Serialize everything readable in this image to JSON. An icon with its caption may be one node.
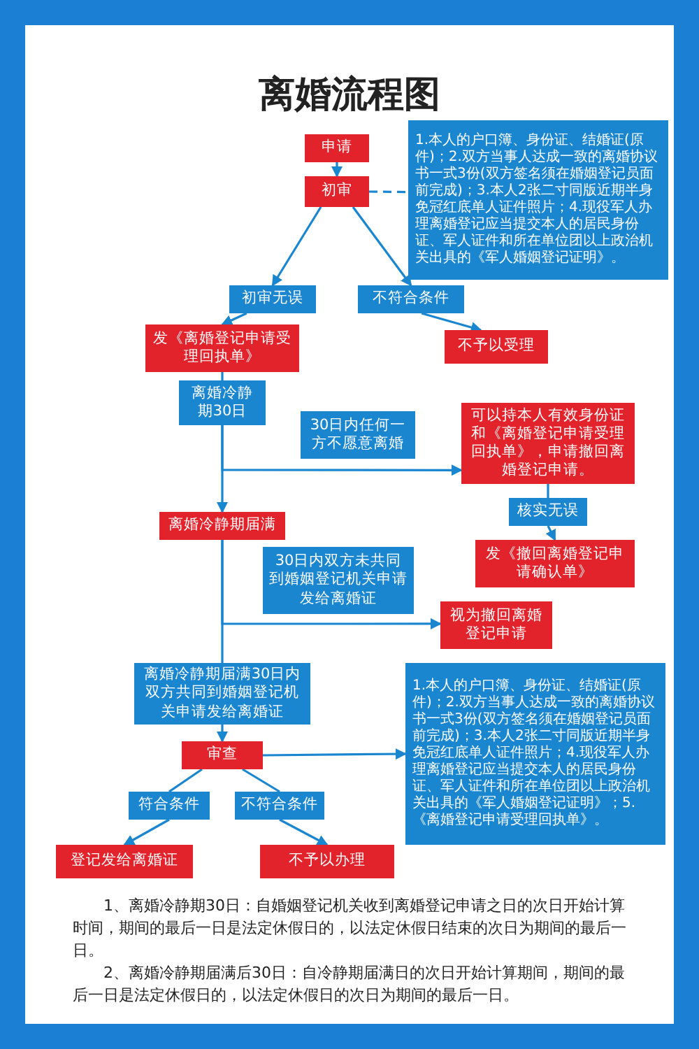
{
  "diagram": {
    "title": "离婚流程图",
    "nodes": [
      {
        "text": [
          "申请"
        ]
      },
      {
        "text": [
          "初审"
        ]
      },
      {
        "text": [
          "1.本人的户口簿、身份证、结婚证(原件)；2.双方当事人达成一致的离婚协议书一式3份(双方签名须在婚姻登记员面前完成)；3.本人2张二寸同版近期半身免冠红底单人证件照片；4.现役军人办理离婚登记应当提交本人的居民身份证、军人证件和所在单位团以上政治机关出具的《军人婚姻登记证明》。"
        ]
      },
      {
        "text": [
          "初审无误"
        ]
      },
      {
        "text": [
          "不符合条件"
        ]
      },
      {
        "text": [
          "发《离婚登记申请受理回执单》"
        ]
      },
      {
        "text": [
          "不予以受理"
        ]
      },
      {
        "text": [
          "离婚冷静期30日"
        ]
      },
      {
        "text": [
          "30日内任何一方不愿意离婚"
        ]
      },
      {
        "text": [
          "可以持本人有效身份证和《离婚登记申请受理回执单》，申请撤回离婚登记申请。"
        ]
      },
      {
        "text": [
          "核实无误"
        ]
      },
      {
        "text": [
          "发《撤回离婚登记申请确认单》"
        ]
      },
      {
        "text": [
          "离婚冷静期届满"
        ]
      },
      {
        "text": [
          "30日内双方未共同到婚姻登记机关申请发给离婚证"
        ]
      },
      {
        "text": [
          "视为撤回离婚登记申请"
        ]
      },
      {
        "text": [
          "离婚冷静期届满30日内双方共同到婚姻登记机关申请发给离婚证"
        ]
      },
      {
        "text": [
          "审查"
        ]
      },
      {
        "text": [
          "1.本人的户口簿、身份证、结婚证(原件)；2.双方当事人达成一致的离婚协议书一式3份(双方签名须在婚姻登记员面前完成)；3.本人2张二寸同版近期半身免冠红底单人证件照片；4.现役军人办理离婚登记应当提交本人的居民身份证、军人证件和所在单位团以上政治机关出具的《军人婚姻登记证明》；5.《离婚登记申请受理回执单》。"
        ]
      },
      {
        "text": [
          "符合条件"
        ]
      },
      {
        "text": [
          "不符合条件"
        ]
      },
      {
        "text": [
          "登记发给离婚证"
        ]
      },
      {
        "text": [
          "不予以办理"
        ]
      }
    ],
    "edges": [
      {
        "from": 0,
        "to": 1,
        "arrow": "to"
      },
      {
        "from": 1,
        "to": 2,
        "arrow": "none",
        "style": "dashed"
      },
      {
        "from": 1,
        "to": 3,
        "arrow": "to"
      },
      {
        "from": 1,
        "to": 4,
        "arrow": "to"
      },
      {
        "from": 3,
        "to": 5,
        "arrow": "to"
      },
      {
        "from": 4,
        "to": 6,
        "arrow": "to"
      },
      {
        "from": 5,
        "to": 7,
        "arrow": "none"
      },
      {
        "from": 7,
        "to": 9,
        "arrow": "to"
      },
      {
        "from": 7,
        "to": 12,
        "arrow": "to"
      },
      {
        "from": 9,
        "to": 10,
        "arrow": "none"
      },
      {
        "from": 10,
        "to": 11,
        "arrow": "to"
      },
      {
        "from": 12,
        "to": 14,
        "arrow": "to"
      },
      {
        "from": 12,
        "to": 15,
        "arrow": "none"
      },
      {
        "from": 15,
        "to": 16,
        "arrow": "to"
      },
      {
        "from": 16,
        "to": 17,
        "arrow": "to"
      },
      {
        "from": 16,
        "to": 18,
        "arrow": "none"
      },
      {
        "from": 16,
        "to": 19,
        "arrow": "none"
      },
      {
        "from": 18,
        "to": 20,
        "arrow": "to"
      },
      {
        "from": 19,
        "to": 21,
        "arrow": "to"
      }
    ],
    "labels": [
      "1、离婚冷静期30日：自婚姻登记机关收到离婚登记申请之日的次日开始计算时间，期间的最后一日是法定休假日的，以法定休假日结束的次日为期间的最后一日。",
      "2、离婚冷静期届满后30日：自冷静期届满日的次日开始计算期间，期间的最后一日是法定休假日的，以法定休假日的次日为期间的最后一日。"
    ]
  }
}
